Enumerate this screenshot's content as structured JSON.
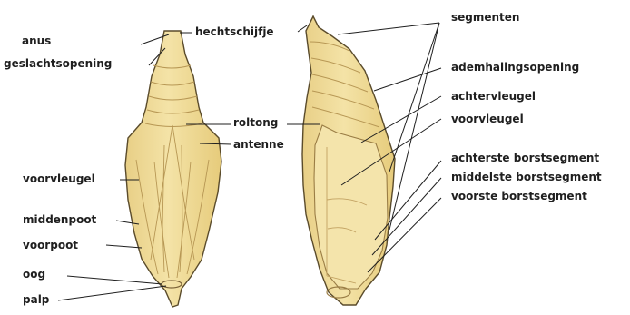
{
  "diagram": {
    "colors": {
      "body_fill": "#f0dc97",
      "body_stroke": "#5a4b2b",
      "line": "#1f1f1f"
    },
    "labels": {
      "anus": "anus",
      "geslachtsopening": "geslachtsopening",
      "hechtschijfje": "hechtschijfje",
      "rolltong": "roltong",
      "antenne": "antenne",
      "voorvleugel_left": "voorvleugel",
      "middenpoot": "middenpoot",
      "voorpoot": "voorpoot",
      "oog": "oog",
      "palp": "palp",
      "segmenten": "segmenten",
      "ademhalingsopening": "ademhalingsopening",
      "achtervleugel": "achtervleugel",
      "voorvleugel_right": "voorvleugel",
      "achterste_borstsegment": "achterste borstsegment",
      "middelste_borstsegment": "middelste borstsegment",
      "voorste_borstsegment": "voorste borstsegment"
    }
  }
}
